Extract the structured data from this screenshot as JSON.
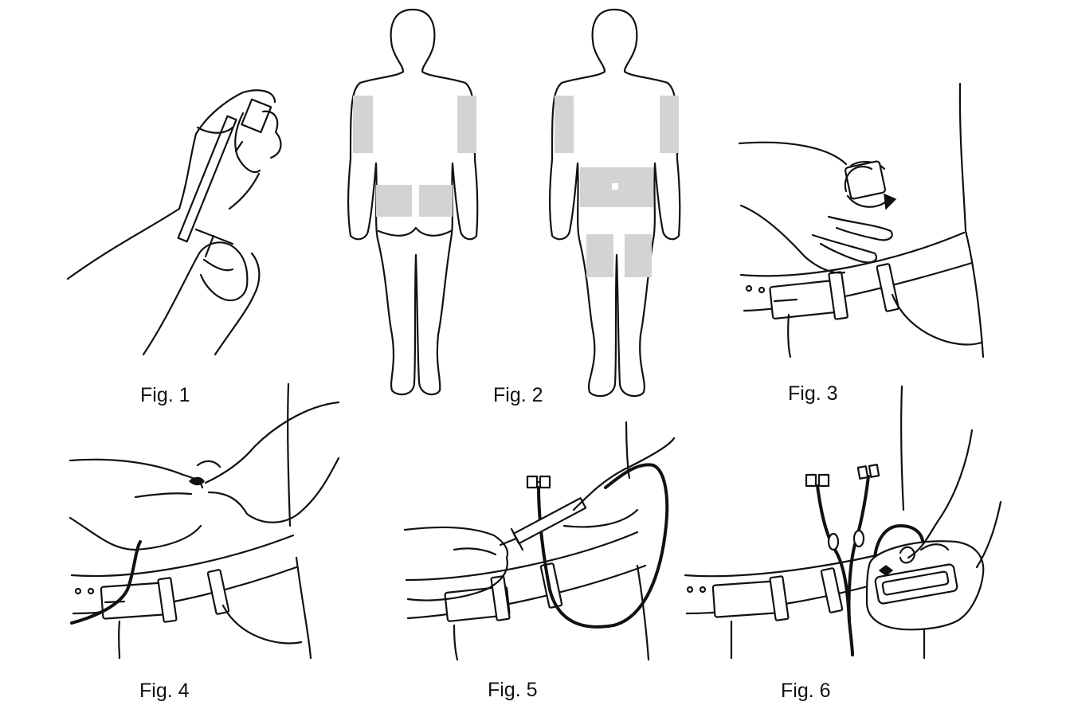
{
  "figures": [
    {
      "id": "fig1",
      "label": "Fig. 1"
    },
    {
      "id": "fig2",
      "label": "Fig. 2"
    },
    {
      "id": "fig3",
      "label": "Fig. 3"
    },
    {
      "id": "fig4",
      "label": "Fig. 4"
    },
    {
      "id": "fig5",
      "label": "Fig. 5"
    },
    {
      "id": "fig6",
      "label": "Fig. 6"
    }
  ],
  "colors": {
    "line": "#111111",
    "injection_zone": "#d3d3d3",
    "background": "#ffffff"
  },
  "icons": [
    "syringe-icon",
    "body-back-icon",
    "body-front-icon",
    "rotation-arrow-icon",
    "belt-icon",
    "infusion-pump-icon",
    "tube-connector-icon"
  ]
}
